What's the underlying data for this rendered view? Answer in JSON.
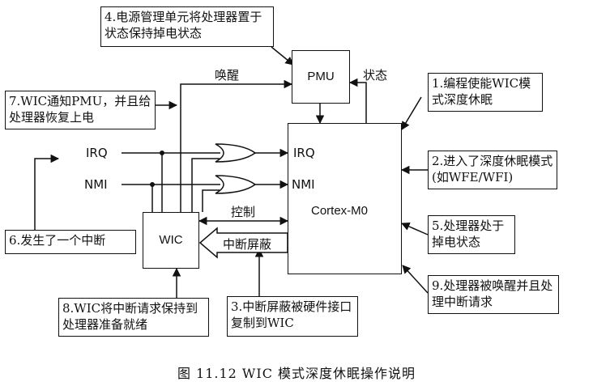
{
  "blocks": {
    "pmu": "PMU",
    "cortex": "Cortex-M0",
    "wic": "WIC"
  },
  "signals": {
    "wake": "唤醒",
    "status": "状态",
    "irq_in": "IRQ",
    "nmi_in": "NMI",
    "irq_core": "IRQ",
    "nmi_core": "NMI",
    "control": "控制",
    "mask": "中断屏蔽"
  },
  "steps": {
    "s4": "4.电源管理单元将处理器置于状态保持掉电状态",
    "s7": "7.WIC通知PMU，并且给处理器恢复上电",
    "s1": "1.编程使能WIC模式深度休眠",
    "s2": "2.进入了深度休眠模式(如WFE/WFI)",
    "s5": "5.处理器处于掉电状态",
    "s6": "6.发生了一个中断",
    "s9": "9.处理器被唤醒并且处理中断请求",
    "s8": "8.WIC将中断请求保持到处理器准备就绪",
    "s3": "3.中断屏蔽被硬件接口复制到WIC"
  },
  "caption": "图 11.12   WIC 模式深度休眠操作说明"
}
